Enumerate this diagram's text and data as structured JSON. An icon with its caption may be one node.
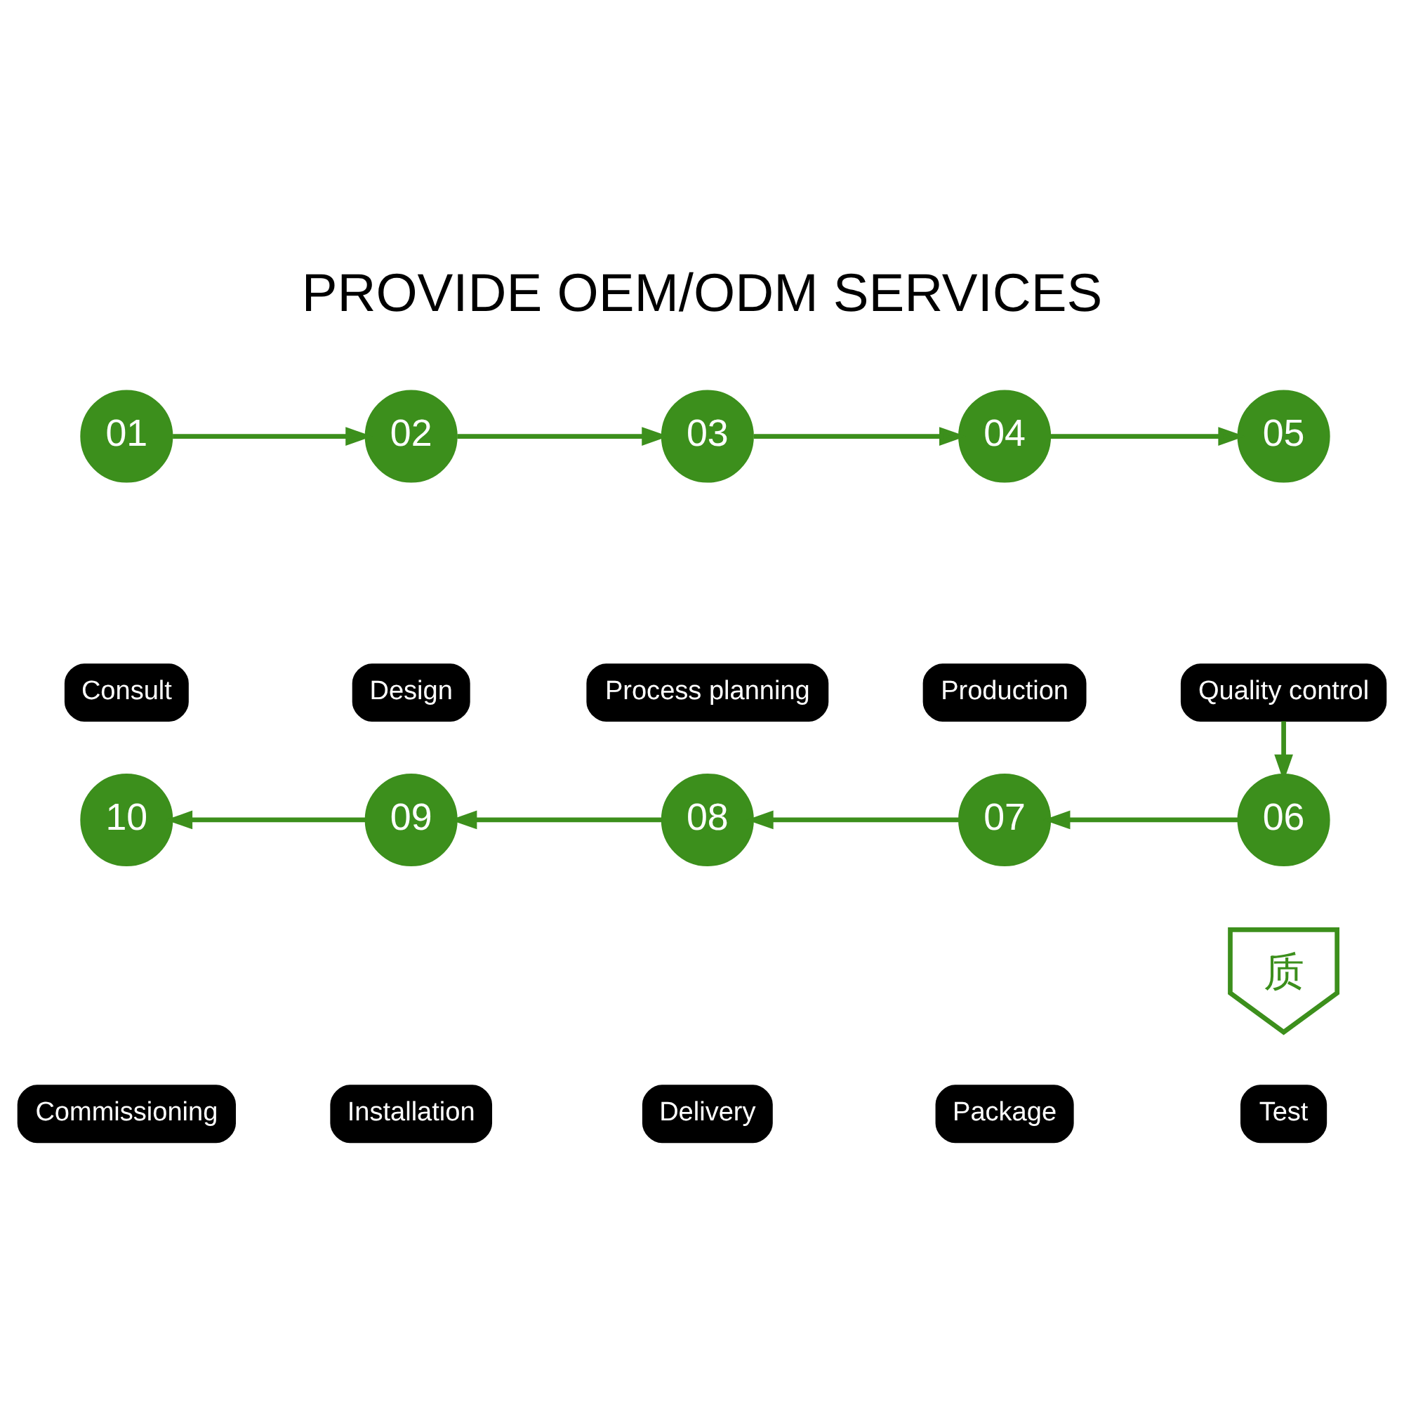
{
  "diagram": {
    "title": "PROVIDE OEM/ODM SERVICES",
    "nodes": [
      {
        "text": [
          "01"
        ]
      },
      {
        "text": [
          "02"
        ]
      },
      {
        "text": [
          "03"
        ]
      },
      {
        "text": [
          "04"
        ]
      },
      {
        "text": [
          "05"
        ]
      },
      {
        "text": [
          "Consult"
        ]
      },
      {
        "text": [
          "Design"
        ]
      },
      {
        "text": [
          "Process planning"
        ]
      },
      {
        "text": [
          "Production"
        ]
      },
      {
        "text": [
          "Quality control"
        ]
      },
      {
        "text": [
          "10"
        ]
      },
      {
        "text": [
          "09"
        ]
      },
      {
        "text": [
          "08"
        ]
      },
      {
        "text": [
          "07"
        ]
      },
      {
        "text": [
          "06"
        ]
      },
      {
        "text": [
          "质"
        ]
      },
      {
        "text": [
          "Commissioning"
        ]
      },
      {
        "text": [
          "Installation"
        ]
      },
      {
        "text": [
          "Delivery"
        ]
      },
      {
        "text": [
          "Package"
        ]
      },
      {
        "text": [
          "Test"
        ]
      }
    ],
    "edges": [
      {
        "from": 0,
        "to": 1,
        "arrow": "to"
      },
      {
        "from": 1,
        "to": 2,
        "arrow": "to"
      },
      {
        "from": 2,
        "to": 3,
        "arrow": "to"
      },
      {
        "from": 3,
        "to": 4,
        "arrow": "to"
      },
      {
        "from": 9,
        "to": 14,
        "arrow": "to"
      },
      {
        "from": 14,
        "to": 13,
        "arrow": "to"
      },
      {
        "from": 13,
        "to": 12,
        "arrow": "to"
      },
      {
        "from": 12,
        "to": 11,
        "arrow": "to"
      },
      {
        "from": 11,
        "to": 10,
        "arrow": "to"
      }
    ]
  }
}
